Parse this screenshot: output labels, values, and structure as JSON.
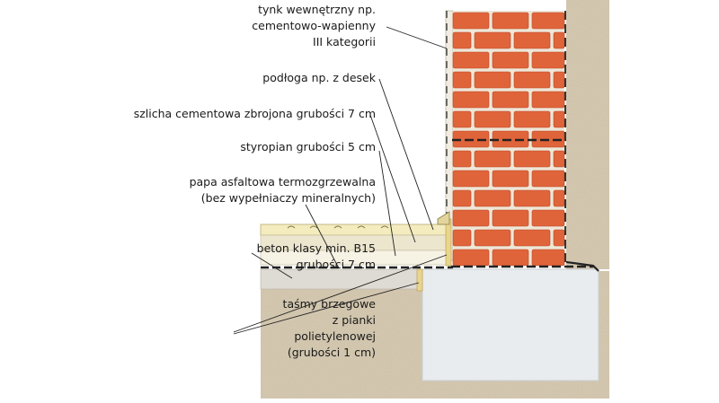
{
  "labels": {
    "tynk": [
      "tynk wewnętrzny np.",
      "cementowo-wapienny",
      "III kategorii"
    ],
    "podloga": [
      "podłoga np. z desek"
    ],
    "szlicha": [
      "szlicha cementowa zbrojona grubości 7 cm"
    ],
    "styropian": [
      "styropian grubości 5 cm"
    ],
    "papa": [
      "papa asfaltowa termozgrzewalna",
      "(bez wypełniaczy mineralnych)"
    ],
    "beton": [
      "beton klasy min. B15",
      "grubości 7 cm"
    ],
    "tasmy": [
      "taśmy brzegowe",
      "z pianki",
      "polietylenowej",
      "(grubości 1 cm)"
    ]
  },
  "colors": {
    "brick": "#e0643a",
    "mortar": "#efe6d6",
    "plaster": "#f1ece2",
    "soil": "#d8ccb4",
    "concrete_foundation": "#e9ecee",
    "boards": "#f4ecbe",
    "screed": "#ece6cf",
    "styrofoam": "#f6f2e4",
    "concrete_slab": "#dedad4",
    "insulation_strip": "#ead58f",
    "leader_line": "#222222"
  }
}
